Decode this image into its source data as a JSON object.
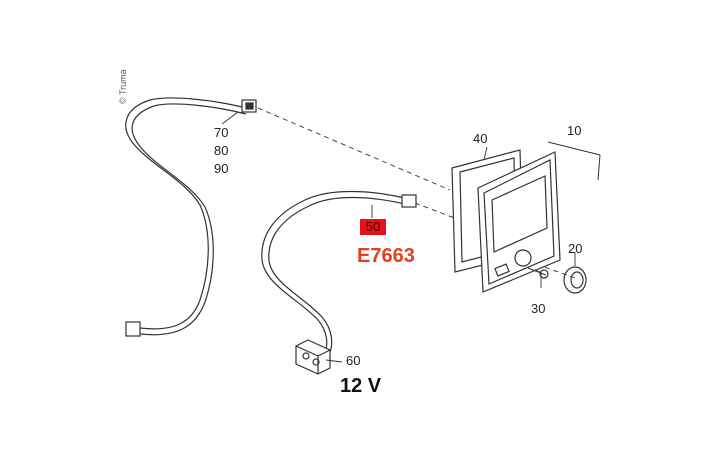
{
  "copyright": "© Truma",
  "labels": {
    "l10": "10",
    "l20": "20",
    "l30": "30",
    "l40": "40",
    "l50": "50",
    "l60": "60",
    "l70": "70",
    "l80": "80",
    "l90": "90"
  },
  "part_code": "E7663",
  "voltage": "12 V",
  "colors": {
    "highlight": "#e8101a",
    "code": "#e4401c"
  }
}
